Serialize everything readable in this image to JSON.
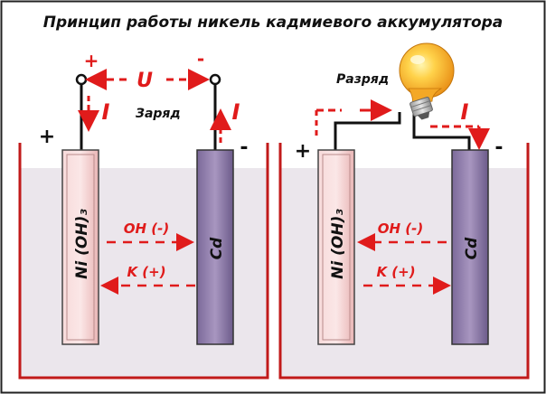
{
  "title": "Принцип работы никель кадмиевого аккумулятора",
  "charge": {
    "mode_label": "Заряд",
    "voltage_label": "U",
    "plus_terminal": "+",
    "minus_terminal": "-",
    "current_left": "I",
    "current_right": "I",
    "plus_sign": "+",
    "minus_sign": "-",
    "positive_electrode": "Ni (OH)₃",
    "negative_electrode": "Cd",
    "ion_oh": "OH (-)",
    "ion_k": "K (+)"
  },
  "discharge": {
    "mode_label": "Разряд",
    "current": "I",
    "plus_sign": "+",
    "minus_sign": "-",
    "positive_electrode": "Ni (OH)₃",
    "negative_electrode": "Cd",
    "ion_oh": "OH (-)",
    "ion_k": "K (+)"
  },
  "colors": {
    "arrow_red": "#e01b1b",
    "electrolyte": "#ebe6ec",
    "tank_wall": "#c11a1a",
    "nickel_electrode": "#f1c8c8",
    "cadmium_electrode": "#8a78a6",
    "bulb": "#f7a91c"
  }
}
